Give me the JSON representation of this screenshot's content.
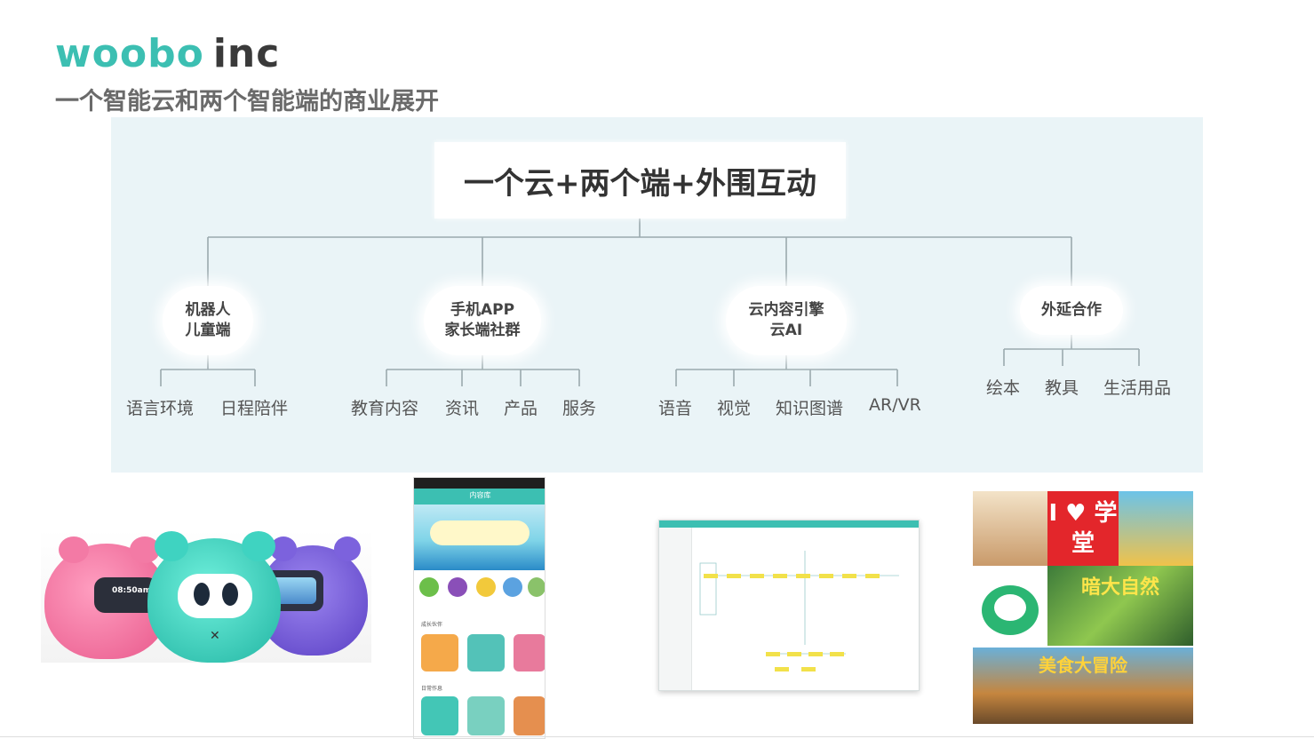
{
  "brand": {
    "logo_colored": "woobo",
    "logo_dark": "inc",
    "accent_color": "#3cbfb2"
  },
  "slide": {
    "subtitle": "一个智能云和两个智能端的商业展开"
  },
  "diagram": {
    "root": "一个云+两个端+外围互动",
    "branches": [
      {
        "lines": [
          "机器人",
          "儿童端"
        ],
        "leaves": [
          "语言环境",
          "日程陪伴"
        ]
      },
      {
        "lines": [
          "手机APP",
          "家长端社群"
        ],
        "leaves": [
          "教育内容",
          "资讯",
          "产品",
          "服务"
        ]
      },
      {
        "lines": [
          "云内容引擎",
          "云AI"
        ],
        "leaves": [
          "语音",
          "视觉",
          "知识图谱",
          "AR/VR"
        ]
      },
      {
        "lines": [
          "外延合作"
        ],
        "leaves": [
          "绘本",
          "教具",
          "生活用品"
        ]
      }
    ]
  },
  "images": {
    "robot_screen_time": "08:50am",
    "phone_header": "内容库",
    "phone_section_1": "成长伙伴",
    "phone_section_2": "日常作息",
    "books_tile_2": "I ♥ 学堂",
    "books_tile_5": "暗大自然",
    "books_tile_6": "美食大冒险"
  }
}
